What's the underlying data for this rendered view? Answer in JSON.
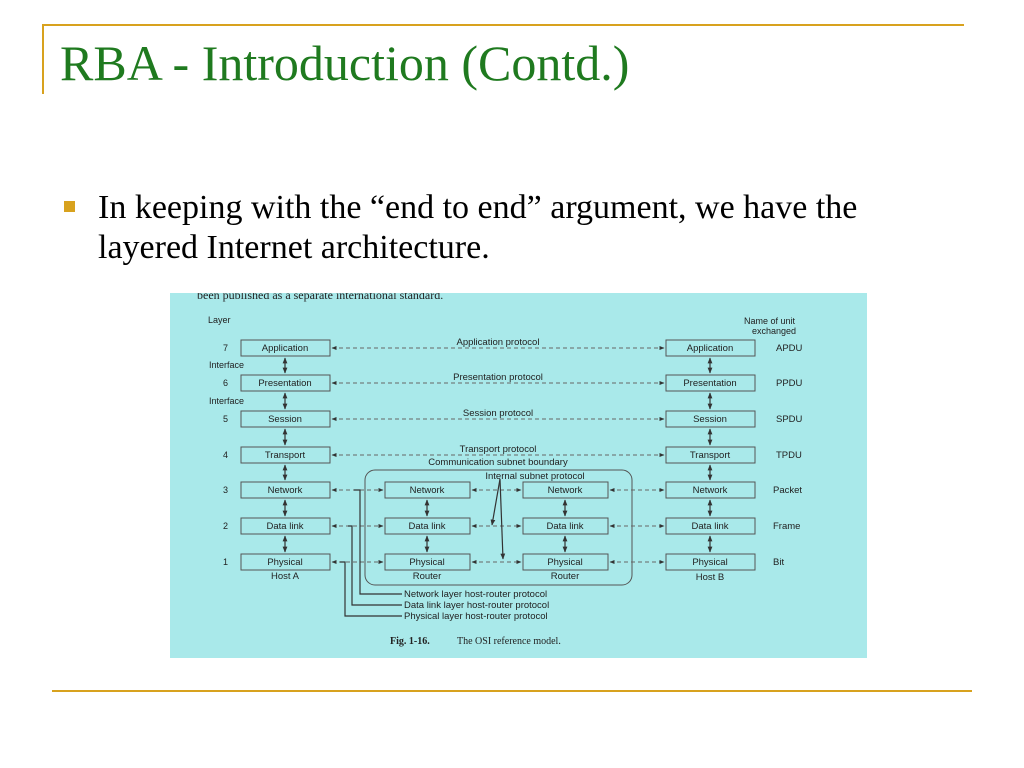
{
  "slide": {
    "title": "RBA - Introduction (Contd.)",
    "bullet": "In keeping with the “end to end” argument, we have the layered Internet architecture."
  },
  "colors": {
    "title": "#1f7a1f",
    "accent": "#d8a21e",
    "figure_bg": "#a9e9ea"
  },
  "figure": {
    "top_text": "been published as a separate international standard.",
    "layer_header": "Layer",
    "unit_header_1": "Name of unit",
    "unit_header_2": "exchanged",
    "interface_label": "Interface",
    "layers": [
      {
        "num": "7",
        "name": "Application",
        "protocol": "Application protocol",
        "unit": "APDU"
      },
      {
        "num": "6",
        "name": "Presentation",
        "protocol": "Presentation protocol",
        "unit": "PPDU"
      },
      {
        "num": "5",
        "name": "Session",
        "protocol": "Session protocol",
        "unit": "SPDU"
      },
      {
        "num": "4",
        "name": "Transport",
        "protocol": "Transport protocol",
        "unit": "TPDU"
      },
      {
        "num": "3",
        "name": "Network",
        "unit": "Packet"
      },
      {
        "num": "2",
        "name": "Data link",
        "unit": "Frame"
      },
      {
        "num": "1",
        "name": "Physical",
        "unit": "Bit"
      }
    ],
    "subnet_boundary": "Communication subnet boundary",
    "internal_protocol": "Internal subnet protocol",
    "host_a": "Host A",
    "host_b": "Host B",
    "router": "Router",
    "legend": [
      "Network layer host-router protocol",
      "Data link layer host-router protocol",
      "Physical layer host-router protocol"
    ],
    "caption_label": "Fig. 1-16.",
    "caption_text": "The OSI reference model."
  }
}
